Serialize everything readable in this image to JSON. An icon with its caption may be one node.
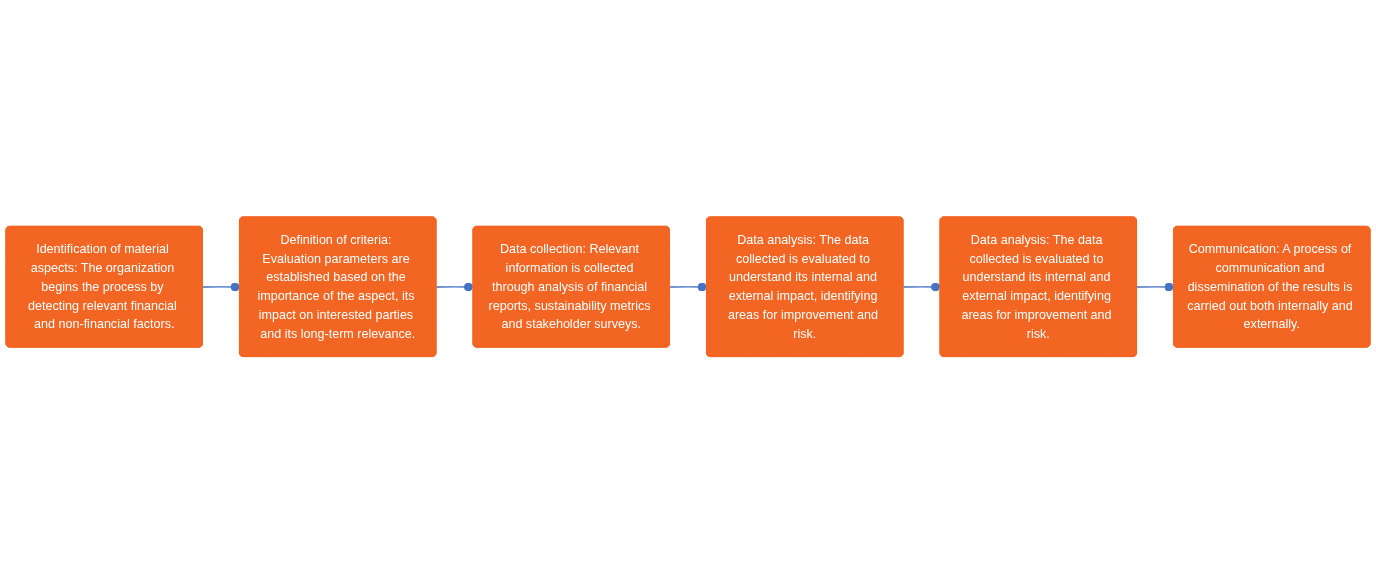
{
  "diagram": {
    "nodes": [
      {
        "text": [
          "Identification of material aspects: The organization begins the process by detecting relevant financial and non-financial factors."
        ]
      },
      {
        "text": [
          "Definition of criteria: Evaluation parameters are established based on the importance of the aspect, its impact on interested parties and its long-term relevance."
        ]
      },
      {
        "text": [
          "Data collection: Relevant information is collected through analysis of financial reports, sustainability metrics and stakeholder surveys."
        ]
      },
      {
        "text": [
          "Data analysis: The data collected is evaluated to understand its internal and external impact, identifying areas for improvement and risk."
        ]
      },
      {
        "text": [
          "Data analysis: The data collected is evaluated to understand its internal and external impact, identifying areas for improvement and risk."
        ]
      },
      {
        "text": [
          "Communication: A process of communication and dissemination of the results is carried out both internally and externally."
        ]
      }
    ],
    "edges": [
      {
        "from": 0,
        "to": 1,
        "arrow": "other"
      },
      {
        "from": 1,
        "to": 2,
        "arrow": "other"
      },
      {
        "from": 2,
        "to": 3,
        "arrow": "other"
      },
      {
        "from": 3,
        "to": 4,
        "arrow": "other"
      },
      {
        "from": 4,
        "to": 5,
        "arrow": "other"
      }
    ]
  }
}
